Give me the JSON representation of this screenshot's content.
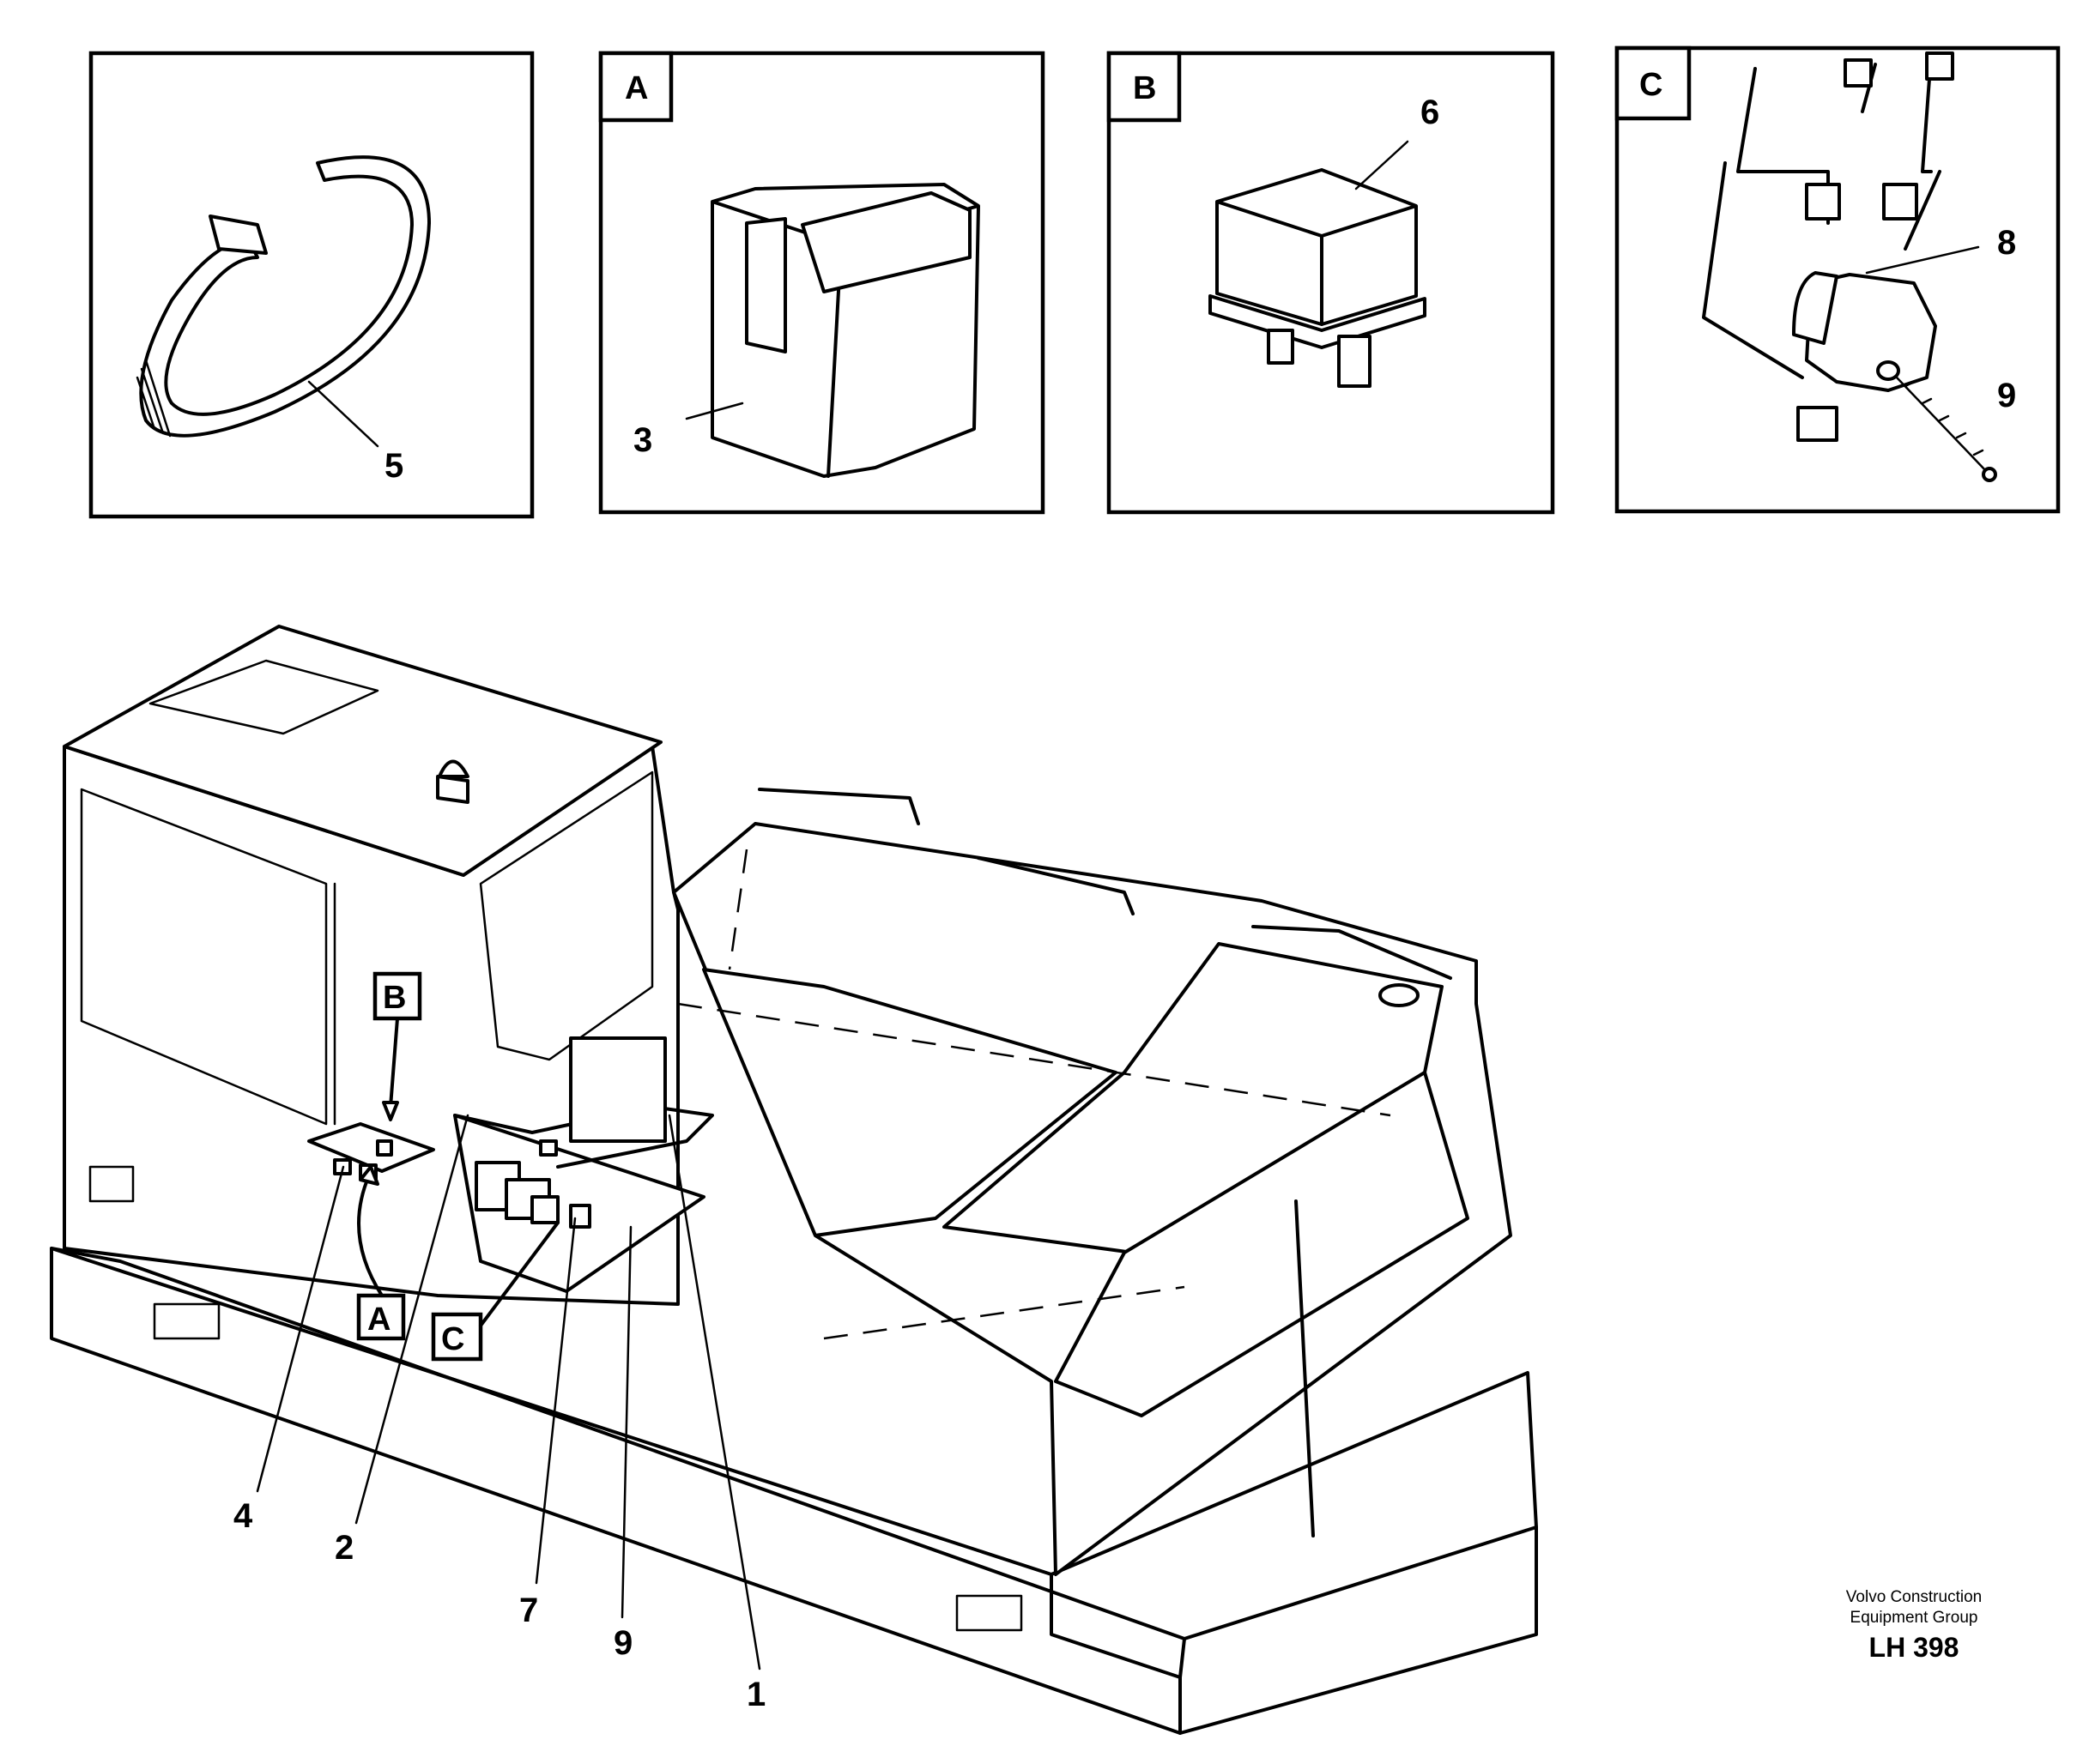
{
  "detail_panels": [
    {
      "letter": "",
      "part_numbers": [
        "5"
      ]
    },
    {
      "letter": "A",
      "part_numbers": [
        "3"
      ]
    },
    {
      "letter": "B",
      "part_numbers": [
        "6"
      ]
    },
    {
      "letter": "C",
      "part_numbers": [
        "8",
        "9"
      ]
    }
  ],
  "main_view": {
    "callout_letters": [
      "B",
      "A",
      "C"
    ],
    "part_numbers": [
      "4",
      "2",
      "7",
      "9",
      "1"
    ]
  },
  "footer": {
    "line1": "Volvo Construction",
    "line2": "Equipment Group",
    "code": "LH 398"
  }
}
